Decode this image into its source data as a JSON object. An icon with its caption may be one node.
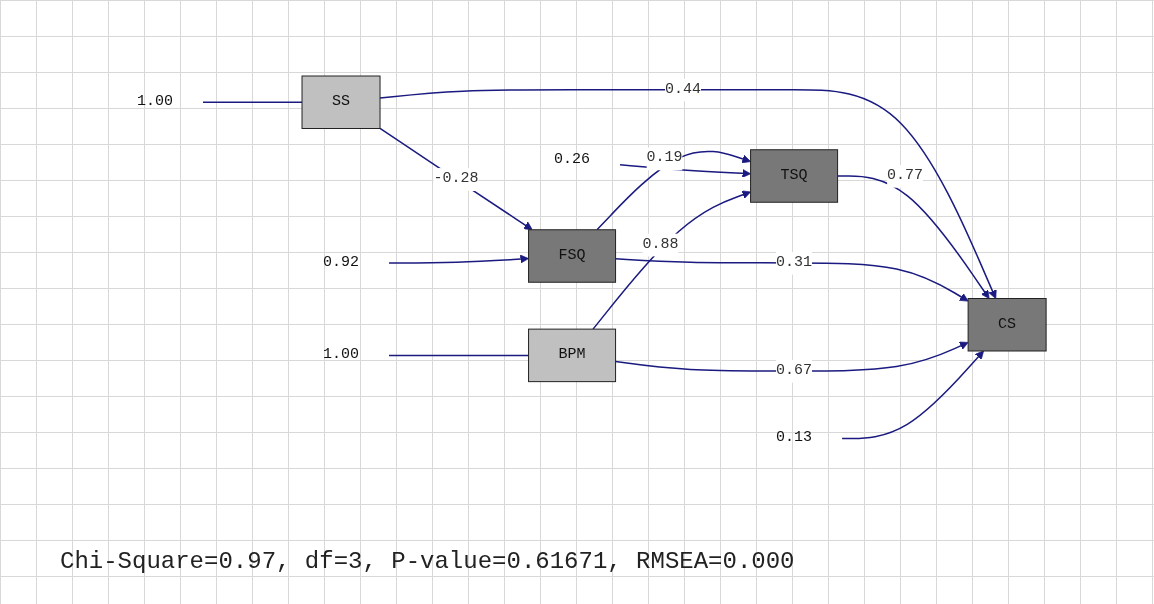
{
  "diagram": {
    "caption": "Chi-Square=0.97, df=3, P-value=0.61671, RMSEA=0.000",
    "nodes": [
      {
        "text": [
          "SS"
        ]
      },
      {
        "text": [
          "FSQ"
        ]
      },
      {
        "text": [
          "TSQ"
        ]
      },
      {
        "text": [
          "BPM"
        ]
      },
      {
        "text": [
          "CS"
        ]
      },
      {
        "text": [
          "1.00"
        ]
      },
      {
        "text": [
          "1.00"
        ]
      },
      {
        "text": [
          "0.92"
        ]
      },
      {
        "text": [
          "0.26"
        ]
      },
      {
        "text": [
          "0.13"
        ]
      }
    ],
    "edges": [
      {
        "from": 5,
        "to": 0,
        "arrow": "none"
      },
      {
        "from": 0,
        "to": 1,
        "label": "-0.28",
        "arrow": "to"
      },
      {
        "from": 7,
        "to": 1,
        "arrow": "to"
      },
      {
        "from": 1,
        "to": 2,
        "label": "0.19",
        "arrow": "to"
      },
      {
        "from": 8,
        "to": 2,
        "arrow": "to"
      },
      {
        "from": 0,
        "to": 4,
        "label": "0.44",
        "arrow": "to"
      },
      {
        "from": 3,
        "to": 2,
        "label": "0.88",
        "arrow": "to"
      },
      {
        "from": 2,
        "to": 4,
        "label": "0.77",
        "arrow": "to"
      },
      {
        "from": 1,
        "to": 4,
        "label": "0.31",
        "arrow": "to"
      },
      {
        "from": 6,
        "to": 3,
        "arrow": "none"
      },
      {
        "from": 3,
        "to": 4,
        "label": "0.67",
        "arrow": "to"
      },
      {
        "from": 9,
        "to": 4,
        "arrow": "to"
      }
    ]
  }
}
